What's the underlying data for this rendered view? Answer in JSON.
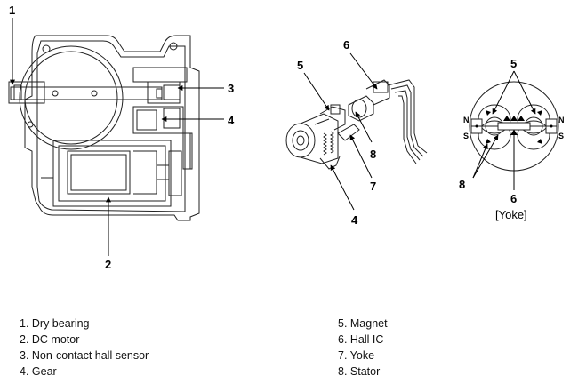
{
  "callouts": {
    "left": [
      "1",
      "2",
      "3",
      "4"
    ],
    "middle": [
      "5",
      "6",
      "7",
      "8",
      "4"
    ],
    "right": [
      "5",
      "8",
      "6"
    ]
  },
  "poles": {
    "north": "N",
    "south": "S"
  },
  "yoke_caption": "[Yoke]",
  "legend": {
    "left": [
      "1. Dry bearing",
      "2. DC motor",
      "3. Non-contact hall sensor",
      "4. Gear"
    ],
    "right": [
      "5. Magnet",
      "6. Hall IC",
      "7. Yoke",
      "8. Stator"
    ]
  }
}
